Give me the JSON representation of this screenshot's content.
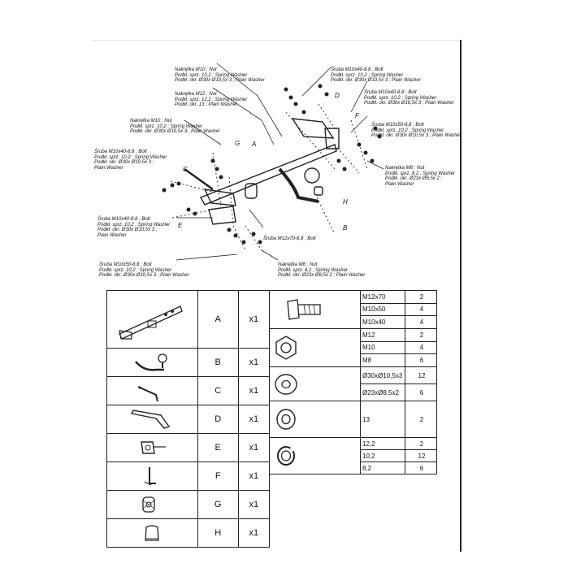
{
  "callouts": [
    {
      "id": "c1",
      "lines": [
        "Nakrętka M10 ; Nut",
        "Podkł. sprz. 10,2 ; Spring Washer",
        "Podkł. okr. Ø30x Ø10,5x 3 ; Plain Washer"
      ]
    },
    {
      "id": "c2",
      "lines": [
        "Nakrętka M12 ; Nut",
        "Podkł. sprz. 12,2 ; Spring Washer",
        "Podkł. okr. 13 ; Plain Washer"
      ]
    },
    {
      "id": "c3",
      "lines": [
        "Nakrętka M10 ; Nut",
        "Podkł. sprz. 10,2 ; Spring Washer",
        "Podkł. okr. Ø30x Ø10,5x 3 ; Plain Washer"
      ]
    },
    {
      "id": "c4",
      "lines": [
        "Śruba M10x40-8,8 ; Bolt",
        "Podkł. sprz. 10,2 ; Spring Washer",
        "Podkł. okr. Ø30x Ø10,5x 3 ;",
        "Plain Washer"
      ]
    },
    {
      "id": "c5",
      "lines": [
        "Śruba M10x40-8,8 ; Bolt",
        "Podkł. sprz. 10,2 ; Spring Washer",
        "Podkł. okr. Ø30x Ø10,5x 3 ;",
        "Plain Washer"
      ]
    },
    {
      "id": "c6",
      "lines": [
        "Śruba M10x50-8,8 ; Bolt",
        "Podkł. sprz. 10,2 ; Spring Washer",
        "Podkł. okr. Ø30x Ø10,5x 3 ; Plain Washer"
      ]
    },
    {
      "id": "c7",
      "lines": [
        "Śruba M10x40-8,8 ; Bolt",
        "Podkł. sprz. 10,2 ; Spring Washer",
        "Podkł. okr. Ø30x Ø10,5x 3 ; Plain Washer"
      ]
    },
    {
      "id": "c8",
      "lines": [
        "Śruba M10x40-8,8 ; Bolt",
        "Podkł. sprz. 10,2 ; Spring Washer",
        "Podkł. okr. Ø30x Ø10,5x 3 ; Plain Washer"
      ]
    },
    {
      "id": "c9",
      "lines": [
        "Śruba M10x50-8,8 ; Bolt",
        "Podkł. sprz. 10,2 ; Spring Washer",
        "Podkł. okr. Ø30x Ø10,5x 3 ; Plain Washer"
      ]
    },
    {
      "id": "c10",
      "lines": [
        "Nakrętka M8 ; Nut",
        "Podkł. sprz. 8,2 ; Spring Washer",
        "Podkł. okr. Ø23x Ø8,5x 2 ;",
        "Plain Washer"
      ]
    },
    {
      "id": "c11",
      "lines": [
        "Nakrętka M8 ; Nut",
        "Podkł. sprz. 8,2 ; Spring Washer",
        "Podkł. okr. Ø23x Ø8,5x 2 ; Plain Washer"
      ]
    },
    {
      "id": "c12",
      "lines": [
        "Śruba M12x70-8,8 ; Bolt"
      ]
    }
  ],
  "diagram_letters": [
    "A",
    "B",
    "C",
    "D",
    "E",
    "F",
    "G",
    "H"
  ],
  "parts": [
    {
      "letter": "A",
      "qty": "x1",
      "icon": "tow-bar-crossbeam"
    },
    {
      "letter": "B",
      "qty": "x1",
      "icon": "tow-ball-neck"
    },
    {
      "letter": "C",
      "qty": "x1",
      "icon": "support-arm"
    },
    {
      "letter": "D",
      "qty": "x1",
      "icon": "side-bracket"
    },
    {
      "letter": "E",
      "qty": "x1",
      "icon": "socket-plate"
    },
    {
      "letter": "F",
      "qty": "x1",
      "icon": "angle-bracket"
    },
    {
      "letter": "G",
      "qty": "x1",
      "icon": "ball-guard"
    },
    {
      "letter": "H",
      "qty": "x1",
      "icon": "ball-cap"
    }
  ],
  "hardware": [
    {
      "icon": "bolt",
      "rows": [
        {
          "size": "M12x70",
          "qty": "2"
        },
        {
          "size": "M10x50",
          "qty": "4"
        },
        {
          "size": "M10x40",
          "qty": "4"
        }
      ]
    },
    {
      "icon": "nut",
      "rows": [
        {
          "size": "M12",
          "qty": "2"
        },
        {
          "size": "M10",
          "qty": "4"
        },
        {
          "size": "M8",
          "qty": "6"
        }
      ]
    },
    {
      "icon": "plain-washer",
      "rows": [
        {
          "size": "Ø30xØ10,5x3",
          "qty": "12"
        },
        {
          "size": "Ø23xØ8,5x2",
          "qty": "6"
        }
      ]
    },
    {
      "icon": "plain-washer-13",
      "rows": [
        {
          "size": "13",
          "qty": "2"
        }
      ]
    },
    {
      "icon": "spring-washer",
      "rows": [
        {
          "size": "12,2",
          "qty": "2"
        },
        {
          "size": "10,2",
          "qty": "12"
        },
        {
          "size": "8,2",
          "qty": "6"
        }
      ]
    }
  ]
}
